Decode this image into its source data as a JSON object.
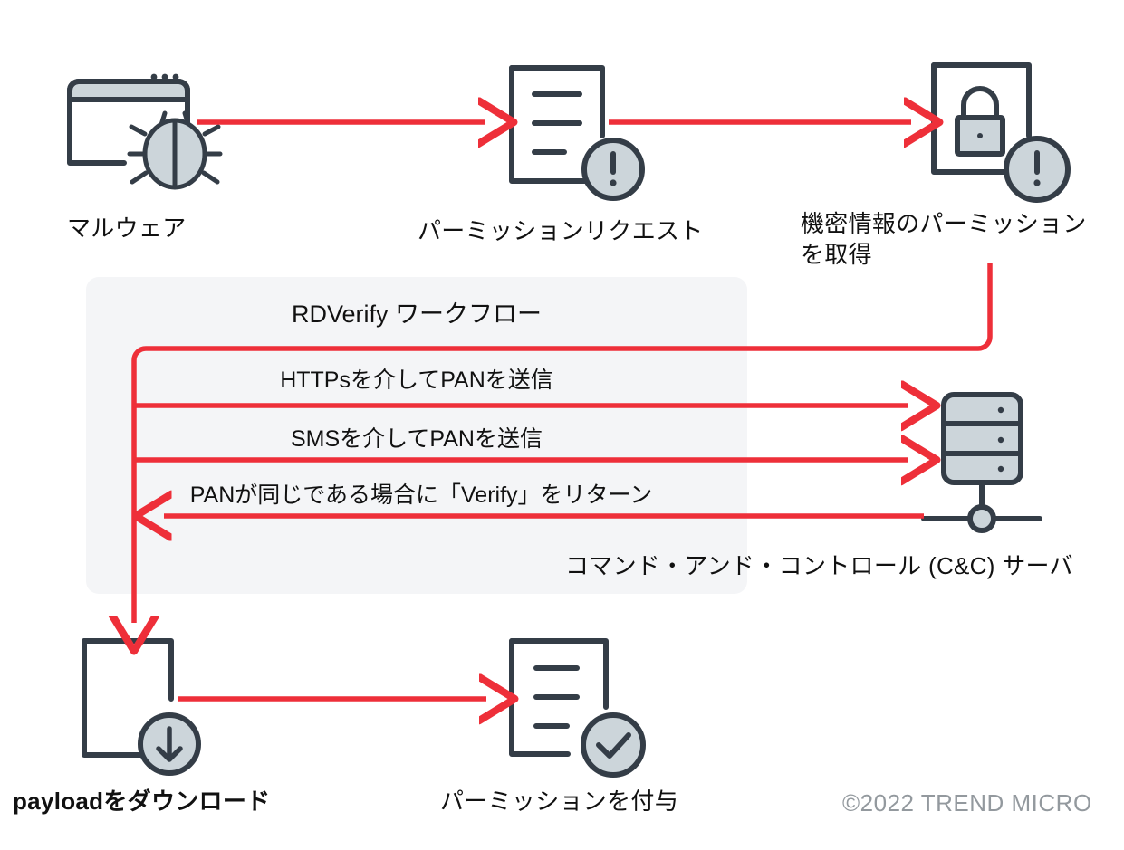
{
  "meta": {
    "title": "RDVerify malware workflow diagram",
    "colors": {
      "arrow_red": "#ee2f39",
      "icon_stroke": "#343d47",
      "icon_fill": "#ccd5da",
      "panel_bg": "#f4f5f7",
      "text": "#111111",
      "copyright_gray": "#93999e"
    }
  },
  "top_row": {
    "malware": {
      "label": "マルウェア",
      "icon": "browser-window-bug-icon"
    },
    "permission_request": {
      "label": "パーミッションリクエスト",
      "icon": "document-alert-icon"
    },
    "sensitive_permission": {
      "label": "機密情報のパーミッション\nを取得",
      "icon": "page-lock-alert-icon"
    }
  },
  "workflow": {
    "title": "RDVerify ワークフロー",
    "steps": [
      {
        "id": "https-pan",
        "label": "HTTPsを介してPANを送信",
        "direction": "right"
      },
      {
        "id": "sms-pan",
        "label": "SMSを介してPANを送信",
        "direction": "right"
      },
      {
        "id": "verify-return",
        "label": "PANが同じである場合に「Verify」をリターン",
        "direction": "left"
      }
    ]
  },
  "server": {
    "label": "コマンド・アンド・コントロール (C&C) サーバ",
    "icon": "server-rack-icon"
  },
  "bottom_row": {
    "download_payload": {
      "label": "payloadをダウンロード",
      "icon": "page-download-icon"
    },
    "grant_permission": {
      "label": "パーミッションを付与",
      "icon": "document-check-icon"
    }
  },
  "footer": {
    "copyright": "©2022 TREND MICRO"
  }
}
